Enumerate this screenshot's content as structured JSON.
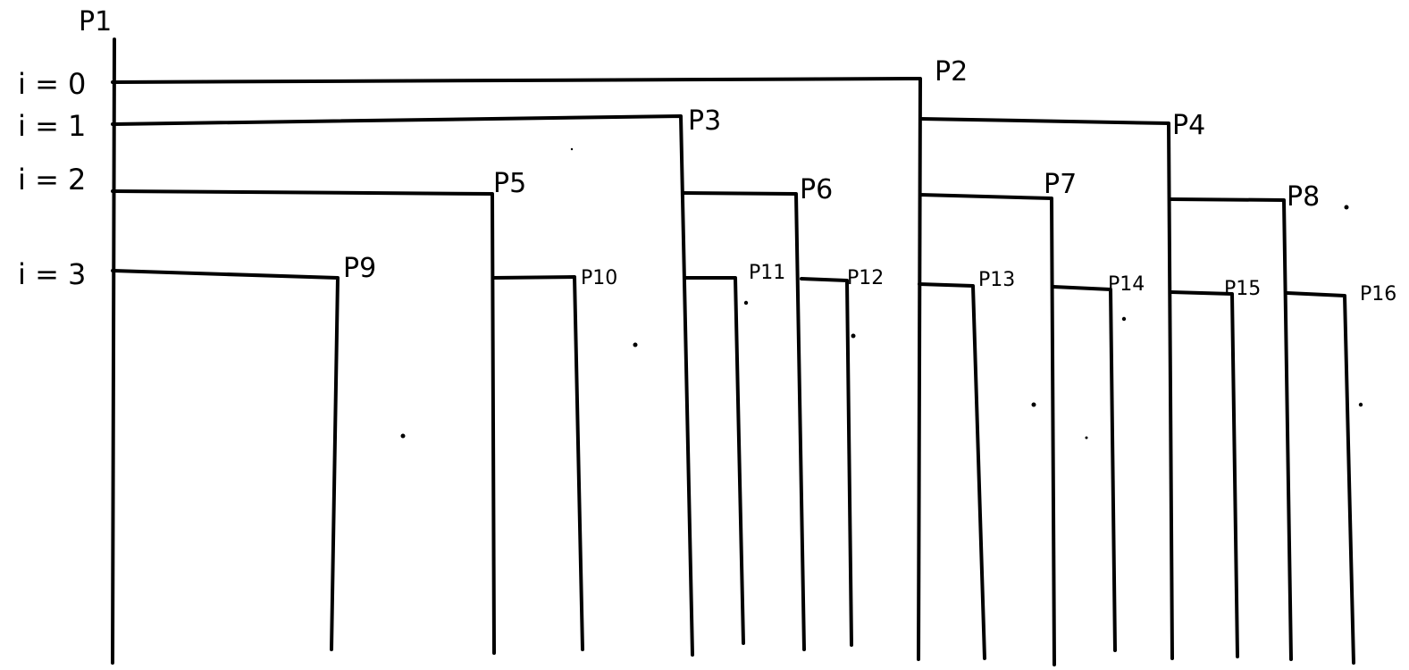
{
  "diagram": {
    "levels": [
      {
        "label": "i = 0"
      },
      {
        "label": "i = 1"
      },
      {
        "label": "i = 2"
      },
      {
        "label": "i = 3"
      }
    ],
    "processes": [
      {
        "label": "P1"
      },
      {
        "label": "P2"
      },
      {
        "label": "P3"
      },
      {
        "label": "P4"
      },
      {
        "label": "P5"
      },
      {
        "label": "P6"
      },
      {
        "label": "P7"
      },
      {
        "label": "P8"
      },
      {
        "label": "P9"
      },
      {
        "label": "P10"
      },
      {
        "label": "P11"
      },
      {
        "label": "P12"
      },
      {
        "label": "P13"
      },
      {
        "label": "P14"
      },
      {
        "label": "P15"
      },
      {
        "label": "P16"
      }
    ],
    "stroke_color": "#000000",
    "background_color": "#ffffff"
  }
}
